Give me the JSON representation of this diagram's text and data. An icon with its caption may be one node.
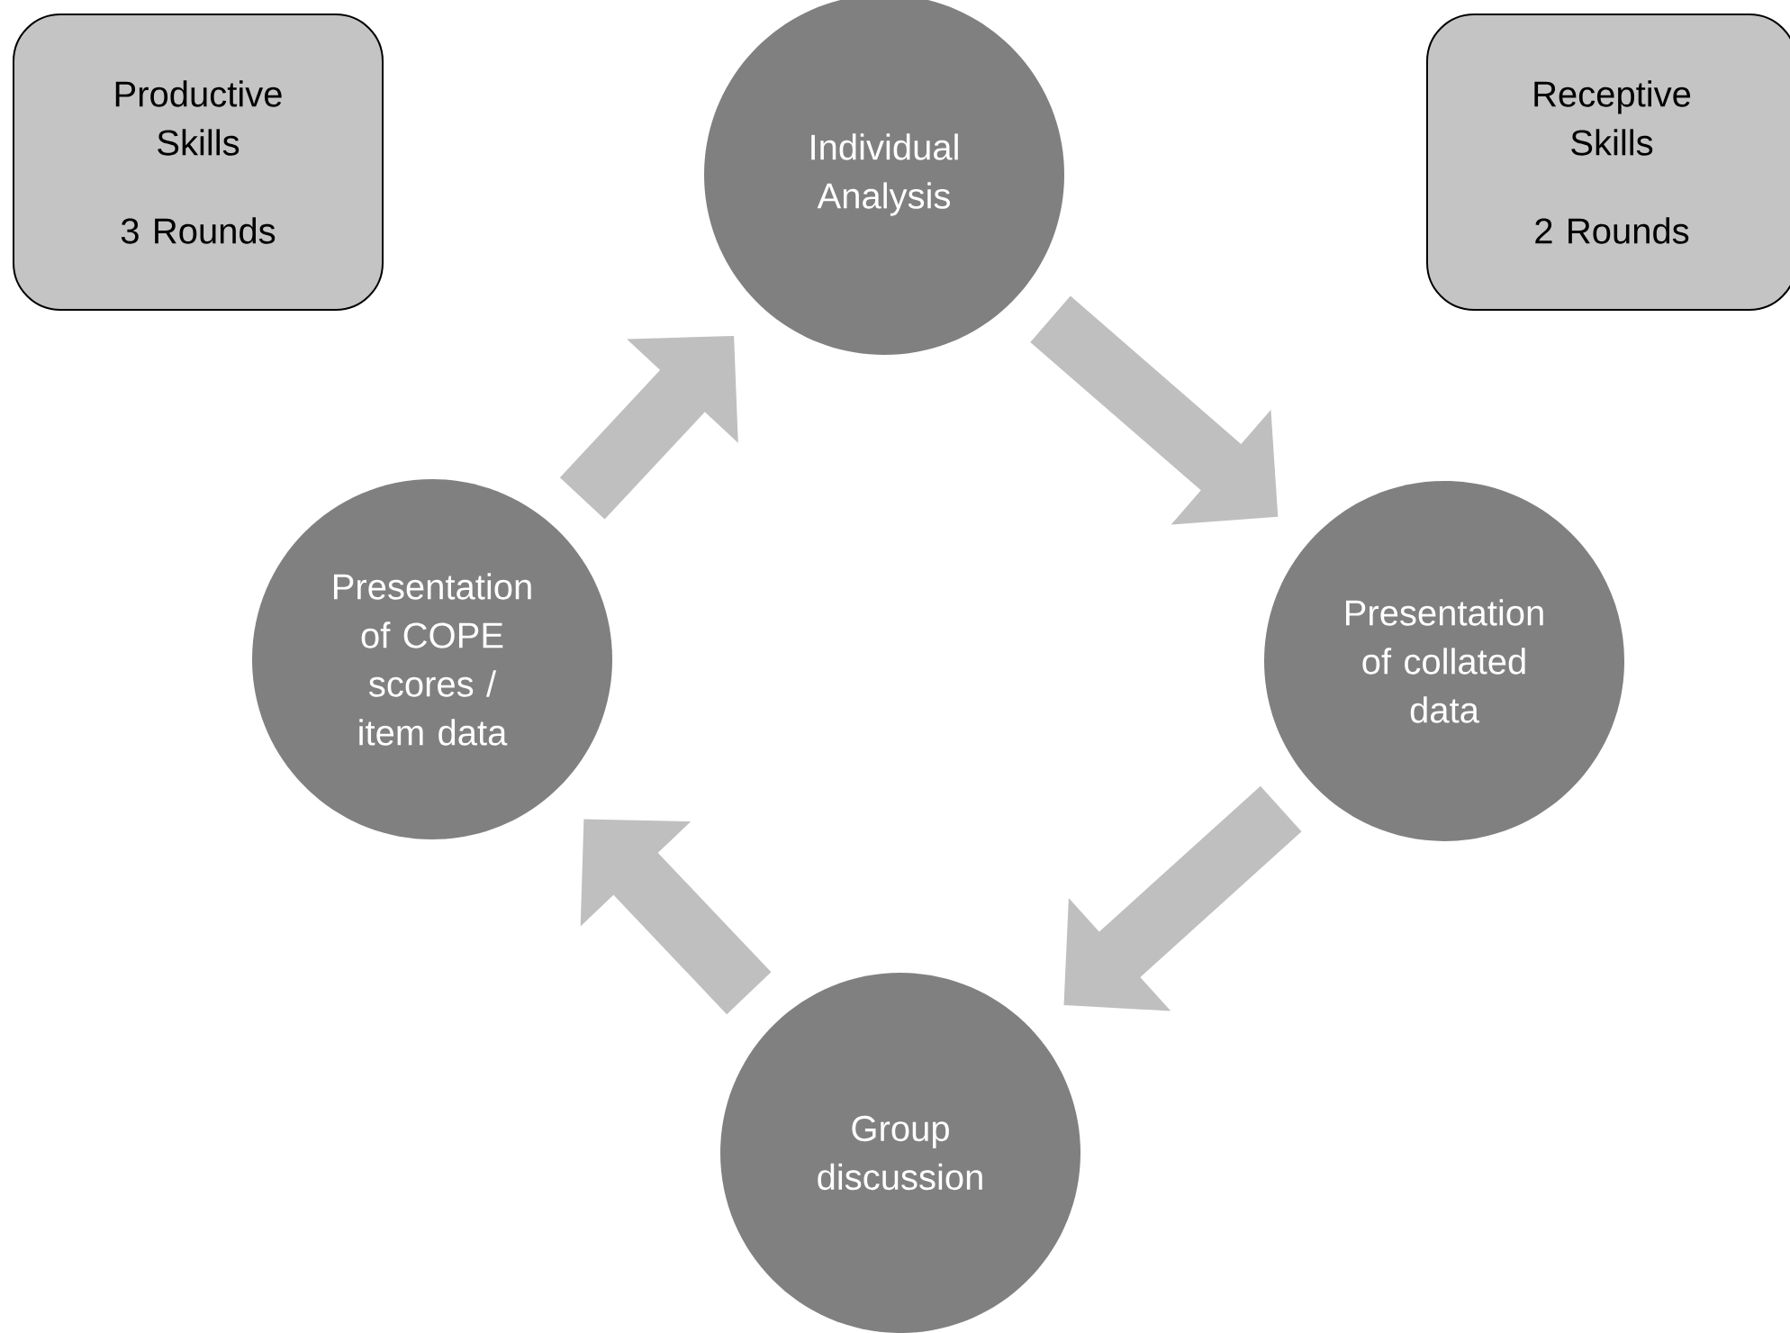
{
  "diagram": {
    "nodes": [
      {
        "text": [
          "Productive Skills",
          "3 Rounds"
        ]
      },
      {
        "text": [
          "Receptive Skills",
          "2 Rounds"
        ]
      },
      {
        "text": [
          "Individual Analysis"
        ]
      },
      {
        "text": [
          "Presentation of collated data"
        ]
      },
      {
        "text": [
          "Group discussion"
        ]
      },
      {
        "text": [
          "Presentation of COPE scores / item data"
        ]
      }
    ],
    "edges": [
      {
        "from": 2,
        "to": 3,
        "arrow": "to"
      },
      {
        "from": 3,
        "to": 4,
        "arrow": "to"
      },
      {
        "from": 4,
        "to": 5,
        "arrow": "to"
      },
      {
        "from": 5,
        "to": 2,
        "arrow": "to"
      }
    ]
  }
}
